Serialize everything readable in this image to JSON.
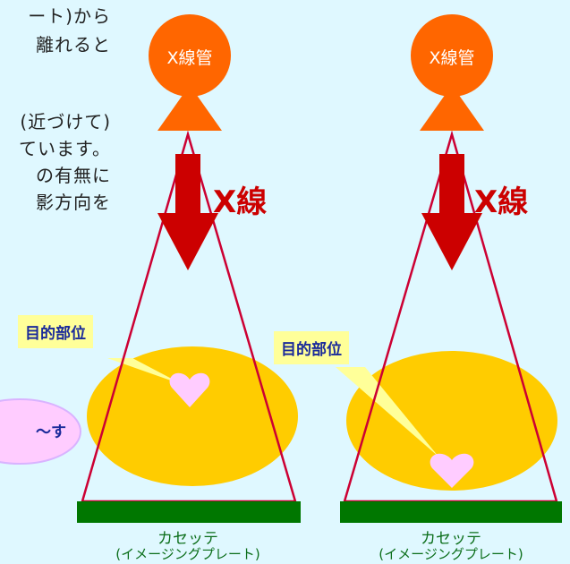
{
  "intro": {
    "lines": [
      "ート)から",
      "離れると",
      "(近づけて)",
      "ています。",
      "の有無に",
      "影方向を"
    ]
  },
  "bubble": {
    "text": "〜す"
  },
  "panels": [
    {
      "tube_label": "X線管",
      "xray_label": "X線",
      "target_label": "目的部位",
      "cassette_title": "カセッテ",
      "cassette_sub": "(イメージングプレート)"
    },
    {
      "tube_label": "X線管",
      "xray_label": "X線",
      "target_label": "目的部位",
      "cassette_title": "カセッテ",
      "cassette_sub": "(イメージングプレート)"
    }
  ],
  "colors": {
    "background": "#dff8ff",
    "tube": "#ff6600",
    "arrow": "#cc0000",
    "beam": "#cc0033",
    "body_ellipse": "#ffcc00",
    "heart": "#ffccff",
    "cassette": "#007700",
    "label_bg": "#ffff99",
    "label_text": "#1a2a9a"
  }
}
